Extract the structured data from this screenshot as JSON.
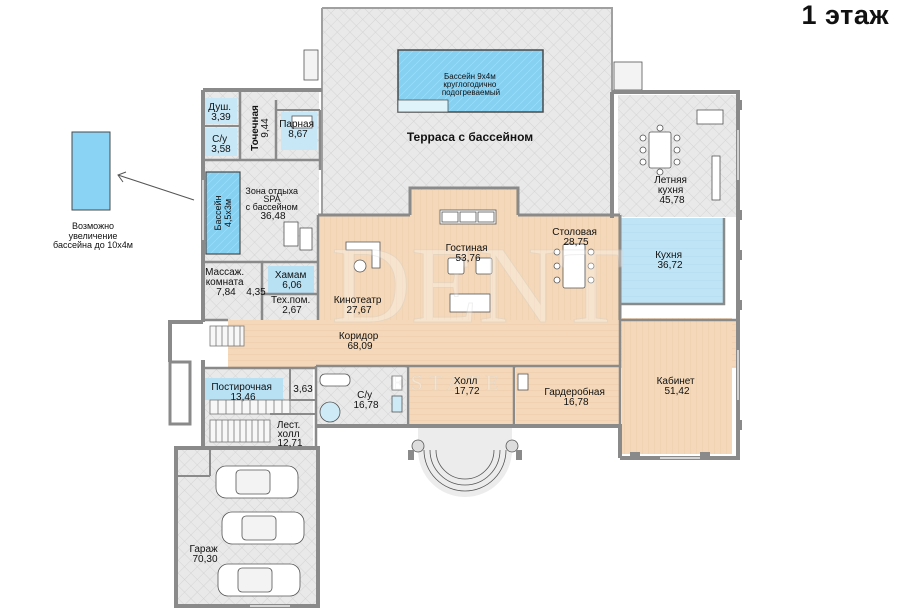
{
  "floor_title": "1 этаж",
  "watermark": {
    "main": "DENT",
    "sub": "ESTATE"
  },
  "colors": {
    "wall": "#8a8a8a",
    "wood": "#f3d6b6",
    "tile": "#e6e6e6",
    "water": "#7fcdf3",
    "furniture": "#ffffff"
  },
  "rooms": {
    "pool": {
      "line1": "Бассейн 9х4м",
      "line2": "круглогодично",
      "line3": "подогреваемый"
    },
    "terrace": {
      "name": "Терраса с бассейном"
    },
    "shower": {
      "name": "Душ.",
      "area": "3,39"
    },
    "toilet_small": {
      "name": "С/у",
      "area": "3,58"
    },
    "tochechnaya": {
      "name": "Точечная",
      "area": "9,44"
    },
    "sauna": {
      "name": "Парная",
      "area": "8,67"
    },
    "spa": {
      "line1": "Зона отдыха",
      "line2": "SPA",
      "line3": "с бассейном",
      "area": "36,48"
    },
    "spa_pool": {
      "name": "Бассейн",
      "size": "4,5х3м"
    },
    "massage": {
      "line1": "Массаж.",
      "line2": "комната",
      "area": "7,84"
    },
    "small_435": {
      "area": "4,35"
    },
    "hammam": {
      "name": "Хамам",
      "area": "6,06"
    },
    "tech": {
      "name": "Тех.пом.",
      "area": "2,67"
    },
    "cinema": {
      "name": "Кинотеатр",
      "area": "27,67"
    },
    "living": {
      "name": "Гостиная",
      "area": "53,76"
    },
    "dining": {
      "name": "Столовая",
      "area": "28,75"
    },
    "summer_kitchen": {
      "line1": "Летняя",
      "line2": "кухня",
      "area": "45,78"
    },
    "kitchen": {
      "name": "Кухня",
      "area": "36,72"
    },
    "corridor": {
      "name": "Коридор",
      "area": "68,09"
    },
    "laundry": {
      "name": "Постирочная",
      "area": "13,46"
    },
    "small_363": {
      "area": "3,63"
    },
    "wc_main": {
      "name": "С/у",
      "area": "16,78"
    },
    "hall": {
      "name": "Холл",
      "area": "17,72"
    },
    "wardrobe": {
      "name": "Гардеробная",
      "area": "16,78"
    },
    "cabinet": {
      "name": "Кабинет",
      "area": "51,42"
    },
    "stair_hall": {
      "line1": "Лест.",
      "line2": "холл",
      "area": "12,71"
    },
    "garage": {
      "name": "Гараж",
      "area": "70,30"
    }
  },
  "note": {
    "line1": "Возможно",
    "line2": "увеличение",
    "line3": "бассейна до 10х4м"
  }
}
